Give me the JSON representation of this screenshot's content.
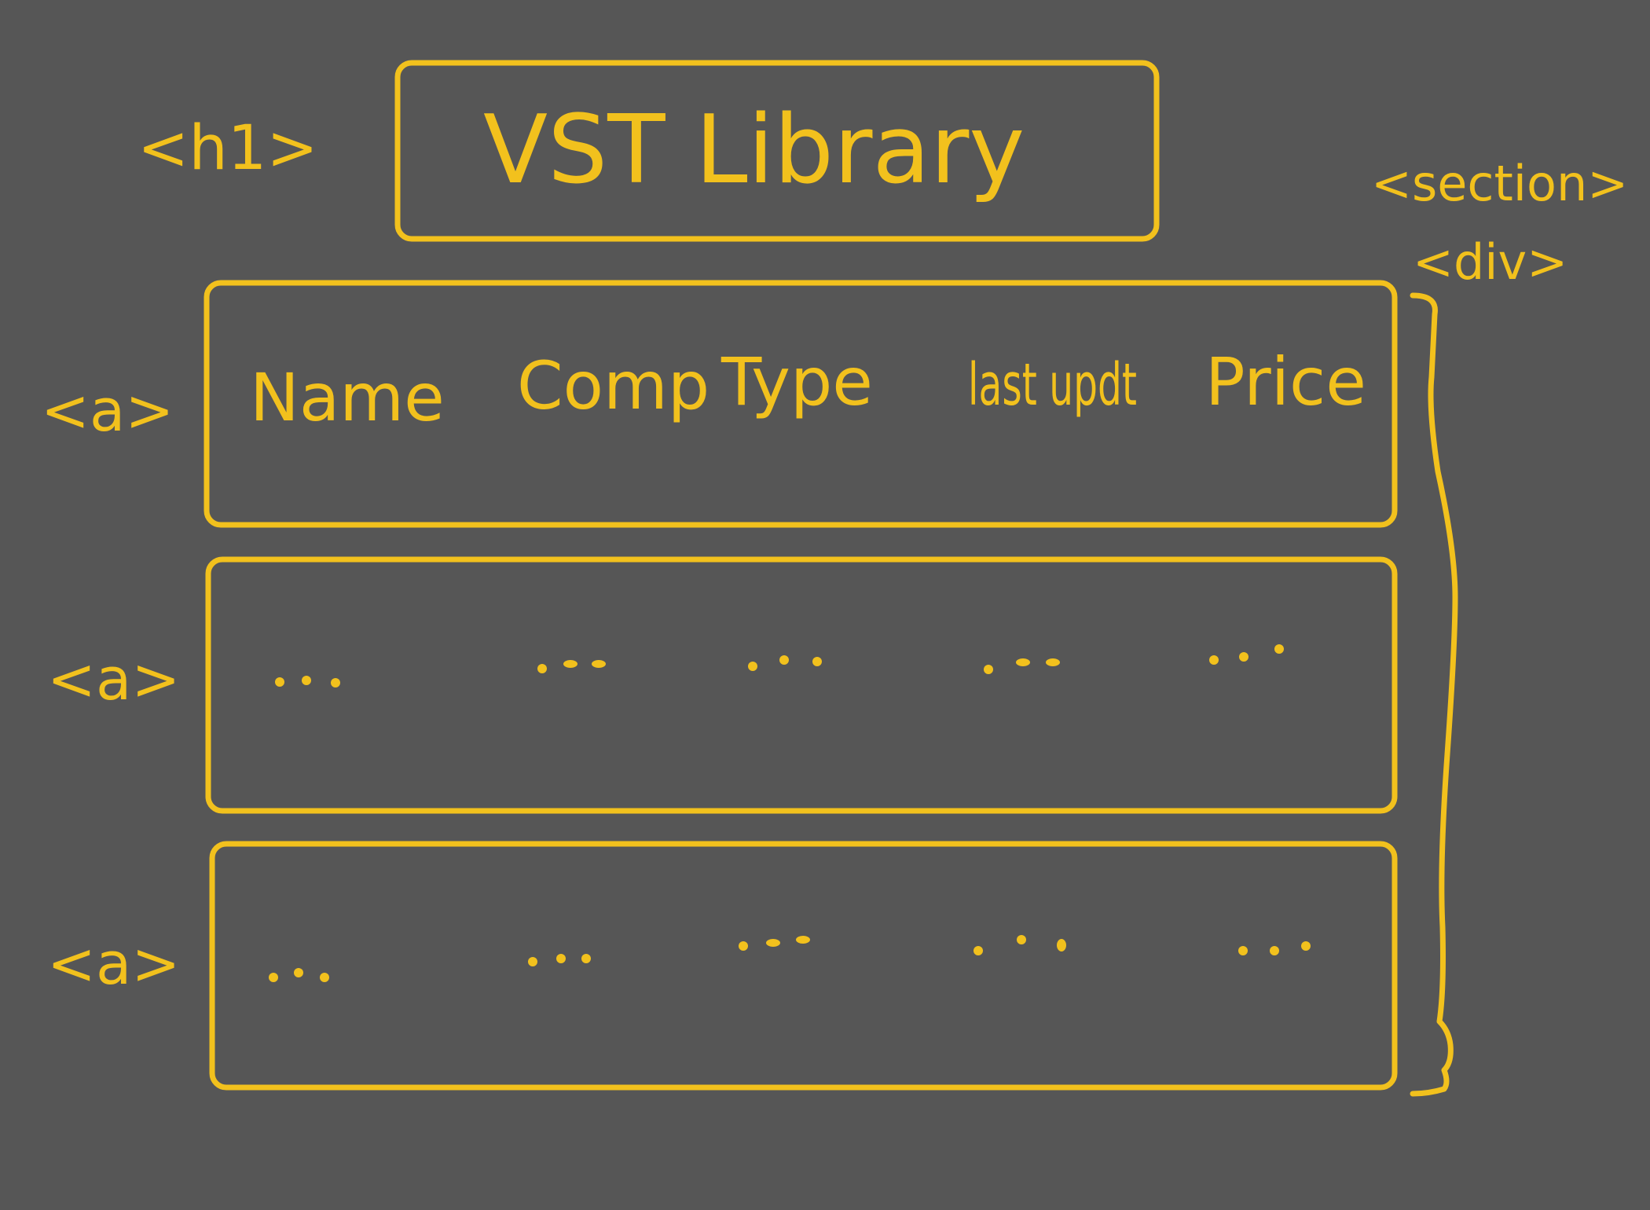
{
  "title": "VST Library",
  "labels": {
    "h1": "<h1>",
    "section": "<section>",
    "div": "<div>",
    "row_tag": "<a>"
  },
  "header_row": {
    "columns": [
      "Name",
      "Comp",
      "Type",
      "last updt",
      "Price"
    ]
  },
  "rows": [
    {
      "cells": [
        "...",
        "...",
        "...",
        "...",
        "..."
      ]
    },
    {
      "cells": [
        "...",
        "...",
        "...",
        "...",
        "..."
      ]
    }
  ],
  "colors": {
    "background": "#565656",
    "ink": "#f2c11d"
  }
}
